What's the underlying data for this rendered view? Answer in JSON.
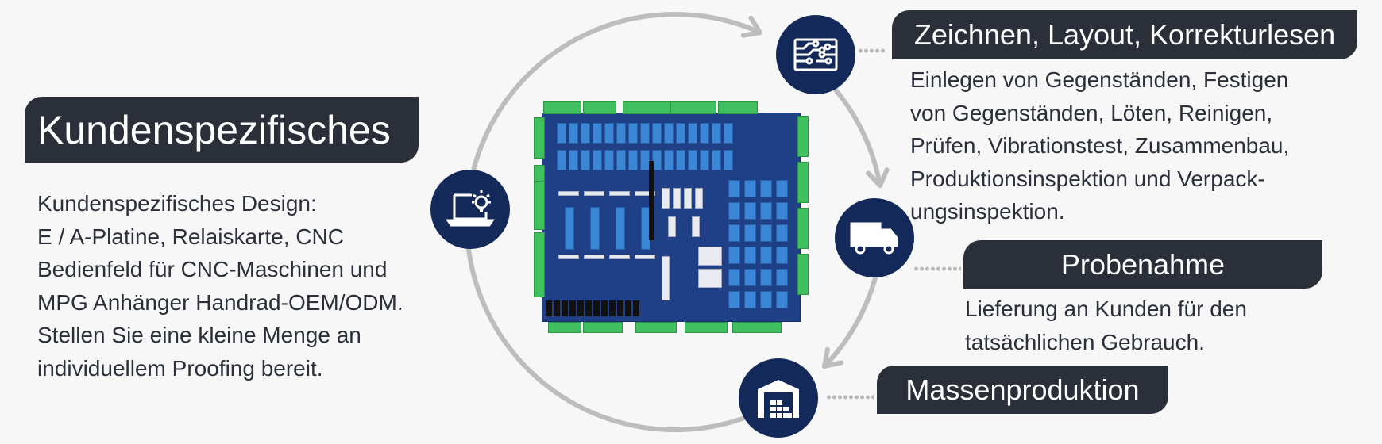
{
  "left": {
    "title": "Kundenspezifisches",
    "lines": [
      "Kundenspezifisches Design:",
      "E / A-Platine, Relaiskarte, CNC",
      "Bedienfeld für CNC-Maschinen und",
      "MPG Anhänger Handrad-OEM/ODM.",
      "Stellen Sie eine kleine Menge an",
      "individuellem Proofing bereit."
    ]
  },
  "steps": [
    {
      "title": "Zeichnen, Layout, Korrekturlesen",
      "icon": "circuit-board-icon",
      "lines": [
        "Einlegen von Gegenständen, Festigen",
        "von Gegenständen, Löten, Reinigen,",
        "Prüfen, Vibrationstest, Zusammenbau,",
        "Produktionsinspektion und Verpack-",
        "ungsinspektion."
      ]
    },
    {
      "title": "Probenahme",
      "icon": "delivery-truck-icon",
      "lines": [
        "Lieferung an Kunden für den",
        "tatsächlichen Gebrauch."
      ]
    },
    {
      "title": "Massenproduktion",
      "icon": "warehouse-icon",
      "lines": []
    }
  ],
  "colors": {
    "label_bg": "#2b2f3a",
    "icon_bg": "#13295a",
    "arc": "#bdbdbd",
    "background": "#f7f7f7"
  }
}
